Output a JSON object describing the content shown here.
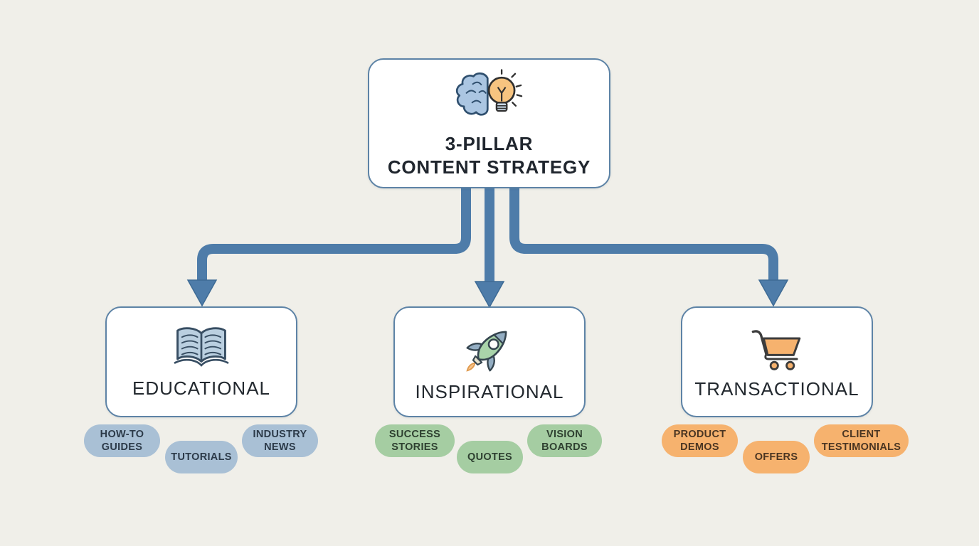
{
  "root": {
    "title": "3-PILLAR\nCONTENT STRATEGY",
    "icon": "brain-lightbulb-icon"
  },
  "colors": {
    "background": "#f0efe9",
    "box_fill": "#ffffff",
    "box_border": "#5d83a6",
    "connector": "#4e7ca9",
    "educational_accent": "#a9c0d5",
    "inspirational_accent": "#a5cda2",
    "transactional_accent": "#f6b26e"
  },
  "pillars": [
    {
      "label": "EDUCATIONAL",
      "icon": "open-book-icon",
      "accent": "#a9c0d5",
      "tags": [
        {
          "label": "HOW-TO\nGUIDES"
        },
        {
          "label": "TUTORIALS"
        },
        {
          "label": "INDUSTRY\nNEWS"
        }
      ]
    },
    {
      "label": "INSPIRATIONAL",
      "icon": "rocket-icon",
      "accent": "#a5cda2",
      "tags": [
        {
          "label": "SUCCESS\nSTORIES"
        },
        {
          "label": "QUOTES"
        },
        {
          "label": "VISION\nBOARDS"
        }
      ]
    },
    {
      "label": "TRANSACTIONAL",
      "icon": "shopping-cart-icon",
      "accent": "#f6b26e",
      "tags": [
        {
          "label": "PRODUCT\nDEMOS"
        },
        {
          "label": "OFFERS"
        },
        {
          "label": "CLIENT\nTESTIMONIALS"
        }
      ]
    }
  ]
}
